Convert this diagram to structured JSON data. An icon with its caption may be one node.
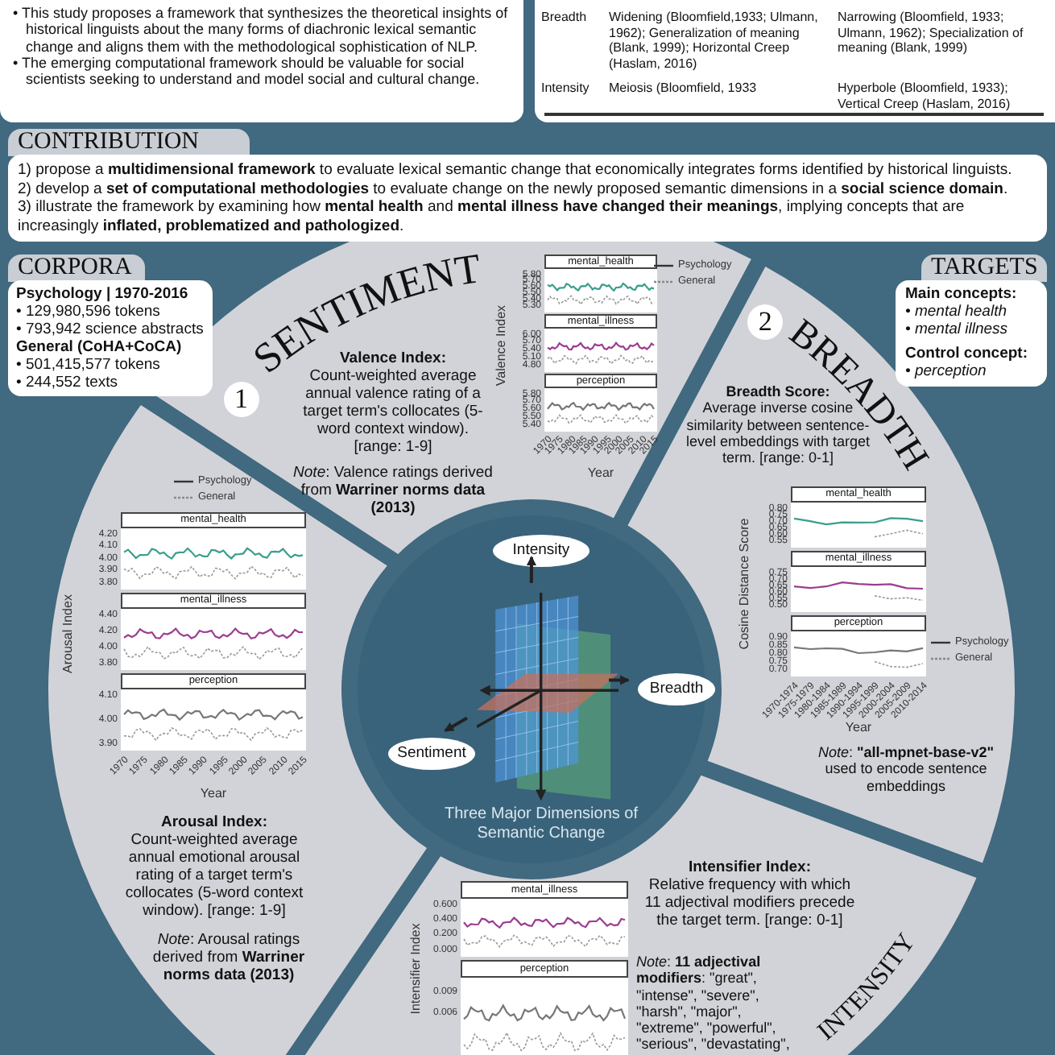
{
  "diagram": {
    "nodes": [
      {
        "text": [
          "• This study proposes a framework that synthesizes the theoretical insights of historical linguists about the many forms of diachronic lexical semantic change and aligns them with the methodological sophistication of NLP.",
          "• The emerging computational framework should be valuable for social scientists seeking to understand and model social and cultural change."
        ]
      },
      {
        "text": [
          "CONTRIBUTION",
          "1) propose a **multidimensional framework** to evaluate lexical semantic change that economically integrates forms identified by historical linguists.",
          "2) develop a **set of computational methodologies** to evaluate change on the newly proposed semantic dimensions in a **social science domain**.",
          "3) illustrate the framework by examining how **mental health** and **mental illness have changed their meanings**, implying concepts that are increasingly **inflated, problematized and pathologized**."
        ]
      },
      {
        "text": [
          "CORPORA",
          "Psychology | 1970-2016",
          "• 129,980,596 tokens",
          "• 793,942 science abstracts",
          "General (CoHA+CoCA)",
          "• 501,415,577 tokens",
          "• 244,552 texts"
        ]
      },
      {
        "text": [
          "TARGETS",
          "Main concepts:",
          "• mental health",
          "• mental illness",
          "Control concept:",
          "• perception"
        ]
      },
      {
        "text": [
          "SENTIMENT",
          "Valence Index:",
          "Count-weighted average annual valence rating of a target term's collocates (5-word context window). [range: 1-9]",
          "*Note*: Valence ratings derived from **Warriner norms data (2013)**"
        ]
      },
      {
        "text": [
          "1"
        ],
        "in": 4
      },
      {
        "text": [
          "BREADTH",
          "Breadth Score:",
          "Average inverse cosine similarity between sentence-level embeddings with target term. [range: 0-1]",
          "*Note*: **\"all-mpnet-base-v2\"** used to encode sentence embeddings"
        ]
      },
      {
        "text": [
          "2"
        ],
        "in": 6
      },
      {
        "text": [
          "INTENSITY",
          "Intensifier Index:",
          "Relative frequency with which 11 adjectival modifiers precede the target term. [range: 0-1]",
          "*Note*: **11 adjectival modifiers**: \"great\", \"intense\", \"severe\", \"harsh\", \"major\", \"extreme\", \"powerful\", \"serious\", \"devastating\", \"destructive\","
        ]
      },
      {
        "text": [
          "Arousal Index:",
          "Count-weighted average annual emotional arousal rating of a target term's collocates (5-word context window). [range: 1-9]",
          "*Note*: Arousal ratings derived from **Warriner norms data (2013)**"
        ]
      },
      {
        "text": [
          "Three Major Dimensions of Semantic Change"
        ]
      },
      {
        "text": [],
        "shape": "picture",
        "in": 10
      },
      {
        "text": [
          "Intensity"
        ],
        "in": 10
      },
      {
        "text": [
          "Breadth"
        ],
        "in": 10
      },
      {
        "text": [
          "Sentiment"
        ],
        "in": 10
      },
      {
        "text": [],
        "shape": "box"
      }
    ],
    "edges": [
      {
        "from": 11,
        "to": 12,
        "arrow": "to"
      },
      {
        "from": 11,
        "to": 13,
        "arrow": "to"
      },
      {
        "from": 11,
        "to": 14,
        "arrow": "to"
      }
    ],
    "labels": [
      "Breadth",
      "Widening (Bloomfield,1933; Ulmann, 1962); Generalization of meaning (Blank, 1999); Horizontal Creep (Haslam, 2016)",
      "Narrowing (Bloomfield, 1933; Ulmann, 1962); Specialization of meaning (Blank, 1999)",
      "Intensity",
      "Meiosis (Bloomfield, 1933",
      "Hyperbole (Bloomfield, 1933); Vertical Creep (Haslam, 2016)",
      "mental_health",
      "5.80",
      "5.70",
      "5.60",
      "5.50",
      "5.40",
      "5.30",
      "mental_illness",
      "6.00",
      "5.70",
      "5.40",
      "5.10",
      "4.80",
      "perception",
      "5.80",
      "5.70",
      "5.60",
      "5.50",
      "5.40",
      "1970",
      "1975",
      "1980",
      "1985",
      "1990",
      "1995",
      "2000",
      "2005",
      "2010",
      "2015",
      "Year",
      "Valence Index",
      "mental_health",
      "4.20",
      "4.10",
      "4.00",
      "3.90",
      "3.80",
      "mental_illness",
      "4.40",
      "4.20",
      "4.00",
      "3.80",
      "perception",
      "4.10",
      "4.00",
      "3.90",
      "1970",
      "1975",
      "1980",
      "1985",
      "1990",
      "1995",
      "2000",
      "2005",
      "2010",
      "2015",
      "Year",
      "Arousal Index",
      "mental_health",
      "0.80",
      "0.75",
      "0.70",
      "0.65",
      "0.60",
      "0.55",
      "mental_illness",
      "0.75",
      "0.70",
      "0.65",
      "0.60",
      "0.55",
      "0.50",
      "perception",
      "0.90",
      "0.85",
      "0.80",
      "0.75",
      "0.70",
      "1970-1974",
      "1975-1979",
      "1980-1984",
      "1985-1989",
      "1990-1994",
      "1995-1999",
      "2000-2004",
      "2005-2009",
      "2010-2014",
      "Year",
      "Cosine Distance Score",
      "mental_illness",
      "0.600",
      "0.400",
      "0.200",
      "0.000",
      "perception",
      "0.009",
      "0.006",
      "Intensifier Index"
    ],
    "legend": [
      {
        "text": "Psychology"
      },
      {
        "text": "General"
      },
      {
        "text": "Psychology"
      },
      {
        "text": "General"
      },
      {
        "text": "Psychology"
      },
      {
        "text": "General"
      }
    ]
  }
}
